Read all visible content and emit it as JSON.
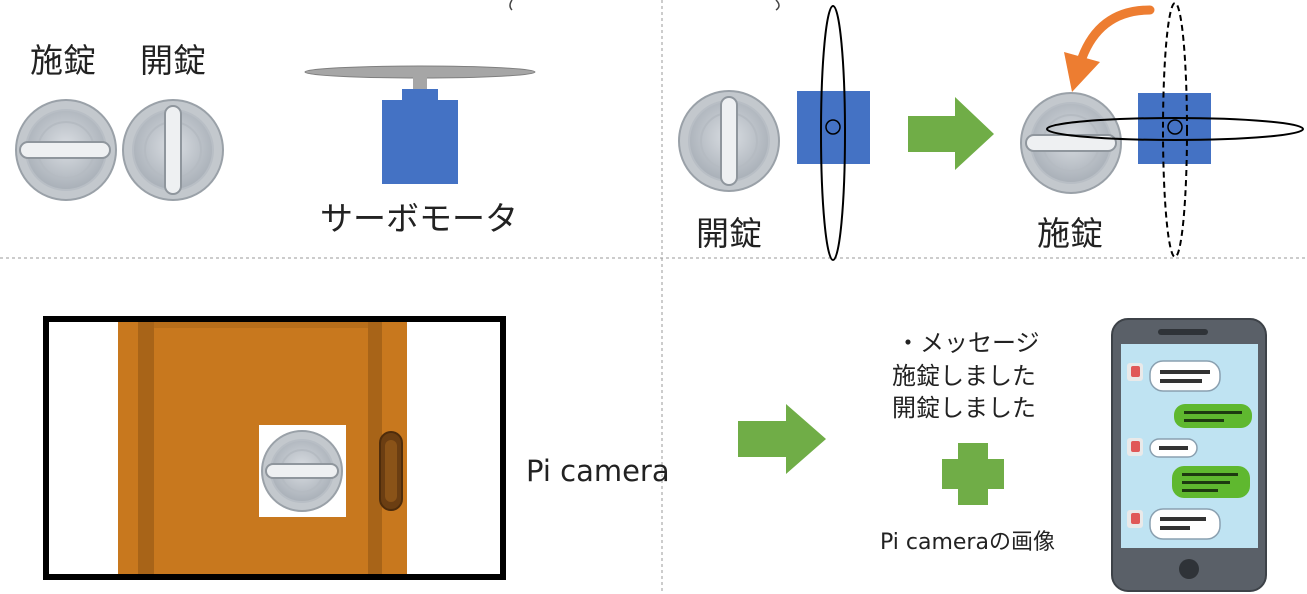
{
  "top_left": {
    "lock_label": "施錠",
    "unlock_label": "開錠",
    "servo_label": "サーボモータ"
  },
  "top_right": {
    "unlock_label": "開錠",
    "lock_label": "施錠"
  },
  "bottom": {
    "camera_label": "Pi camera",
    "message_lines": [
      "・メッセージ",
      "施錠しました",
      "開錠しました"
    ],
    "image_label": "Pi cameraの画像"
  },
  "colors": {
    "servo_blue": "#4472C4",
    "arrow_green": "#70AD47",
    "rotate_orange": "#ED7D31",
    "door_brown": "#C8781E",
    "phone_screen": "#BFE3F2",
    "bubble_green": "#5FB82F"
  }
}
